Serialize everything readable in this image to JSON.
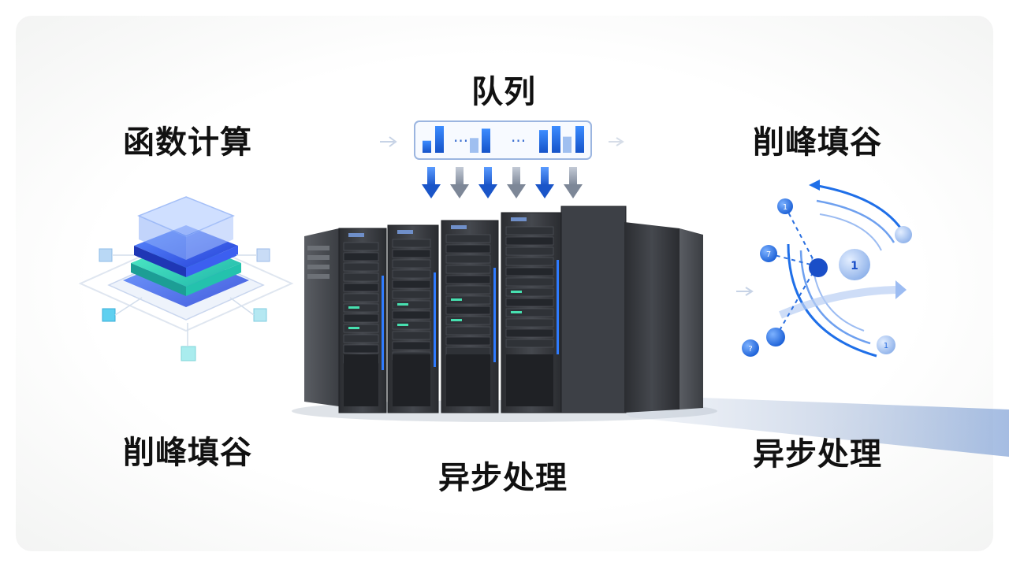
{
  "labels": {
    "queue": "队列",
    "function_compute": "函数计算",
    "peak_shaving_top": "削峰填谷",
    "peak_shaving_bottom": "削峰填谷",
    "async_center": "异步处理",
    "async_right": "异步处理"
  },
  "queue": {
    "bars": [
      0.45,
      1.0,
      0.55,
      0.9,
      0.85,
      1.0,
      0.6,
      1.0
    ],
    "dots": "···"
  },
  "orbit_nodes": [
    "1",
    "7",
    "1",
    "?",
    "1"
  ],
  "colors": {
    "accent": "#1f6fe8",
    "accent_light": "#8fb6f2",
    "teal": "#2ad3b5",
    "rack_dark": "#3a3d42",
    "text": "#111111"
  }
}
